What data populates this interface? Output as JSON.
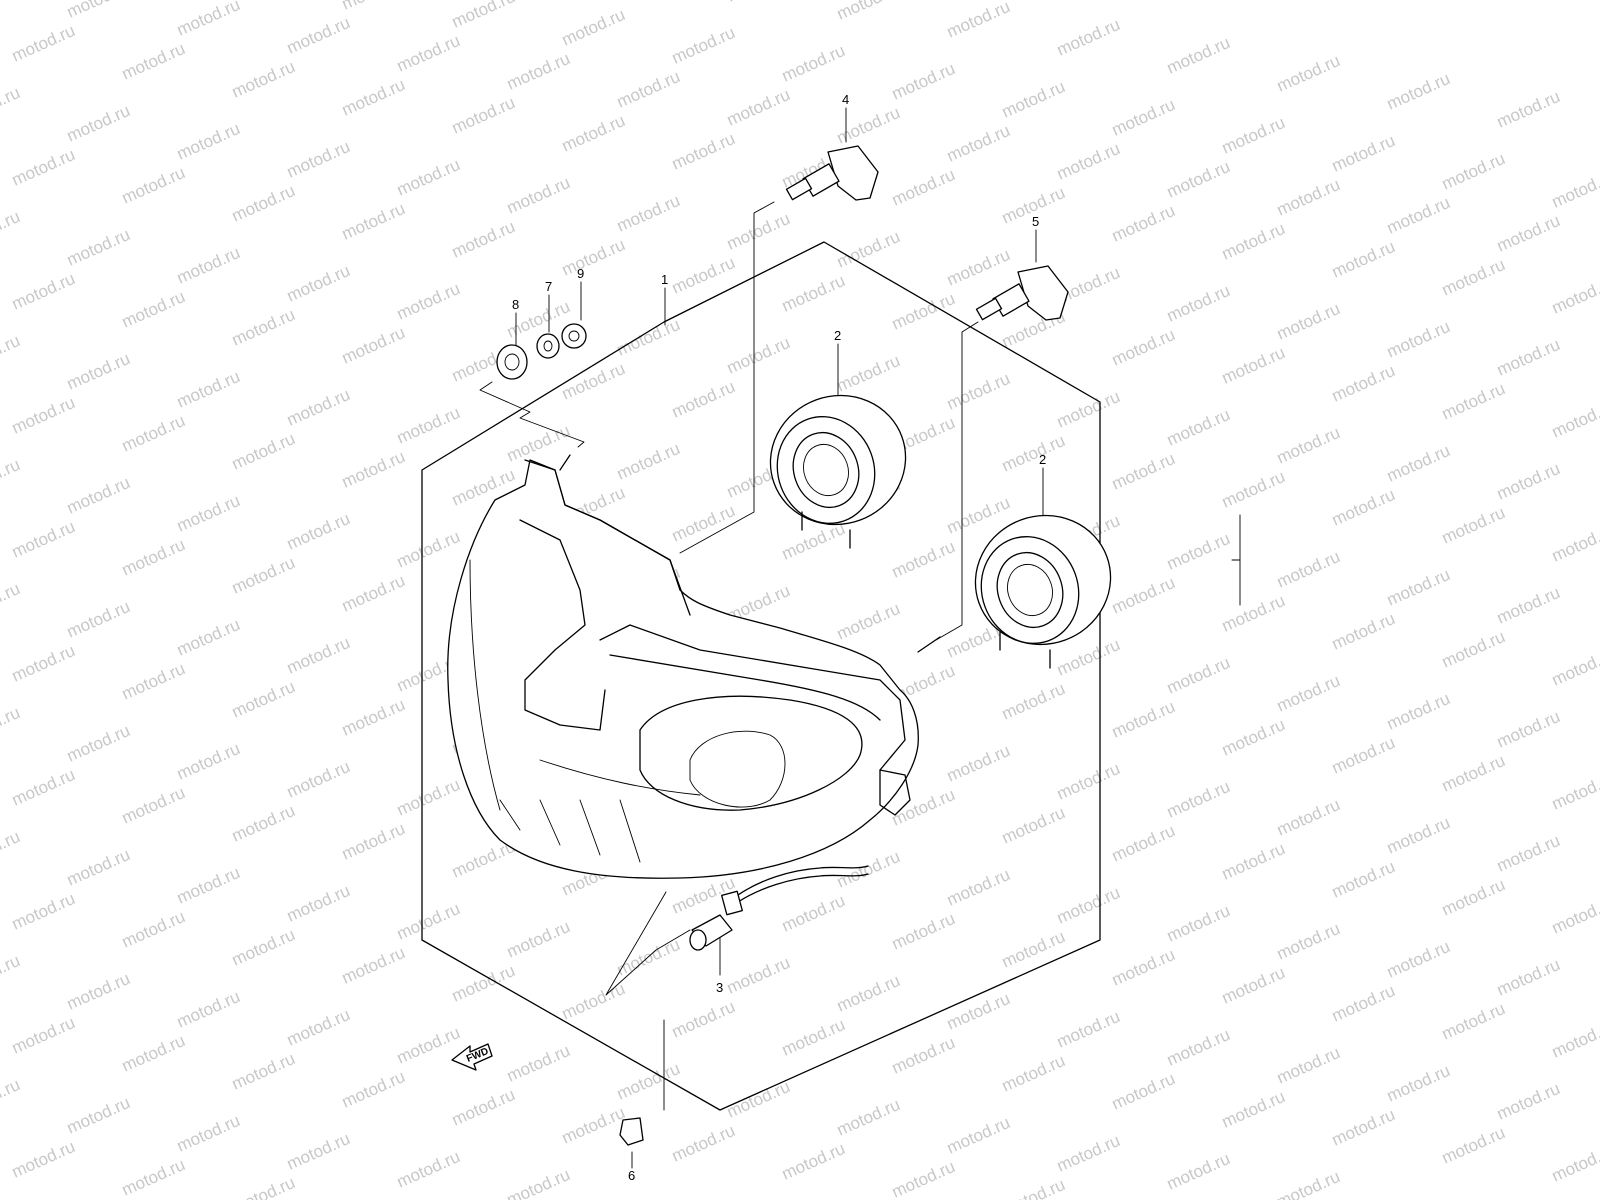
{
  "diagram": {
    "watermark_text": "motod.ru",
    "direction_label": "FWD",
    "callouts": [
      {
        "id": "c1",
        "label": "1"
      },
      {
        "id": "c2a",
        "label": "2"
      },
      {
        "id": "c2b",
        "label": "2"
      },
      {
        "id": "c3",
        "label": "3"
      },
      {
        "id": "c4",
        "label": "4"
      },
      {
        "id": "c5",
        "label": "5"
      },
      {
        "id": "c6",
        "label": "6"
      },
      {
        "id": "c7",
        "label": "7"
      },
      {
        "id": "c8",
        "label": "8"
      },
      {
        "id": "c9",
        "label": "9"
      }
    ]
  }
}
